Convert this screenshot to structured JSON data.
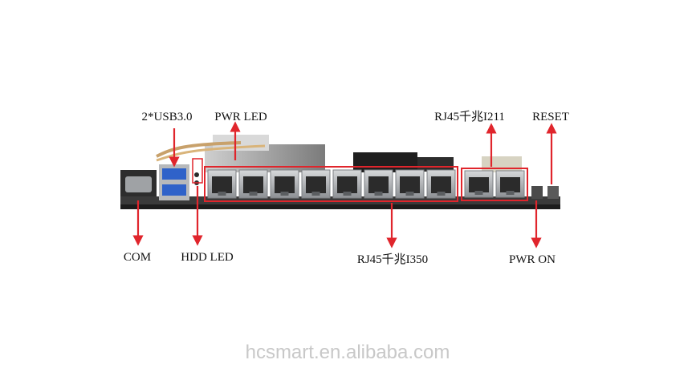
{
  "labels": {
    "usb": "2*USB3.0",
    "pwr_led": "PWR LED",
    "rj45_i211": "RJ45千兆I211",
    "reset": "RESET",
    "com": "COM",
    "hdd_led": "HDD LED",
    "rj45_i350": "RJ45千兆I350",
    "pwr_on": "PWR ON"
  },
  "watermark": "hcsmart.en.alibaba.com",
  "colors": {
    "annotation": "#e0252c",
    "port": "#b9bcbf",
    "usb": "#2f62c9",
    "board": "#2a2a2a"
  }
}
